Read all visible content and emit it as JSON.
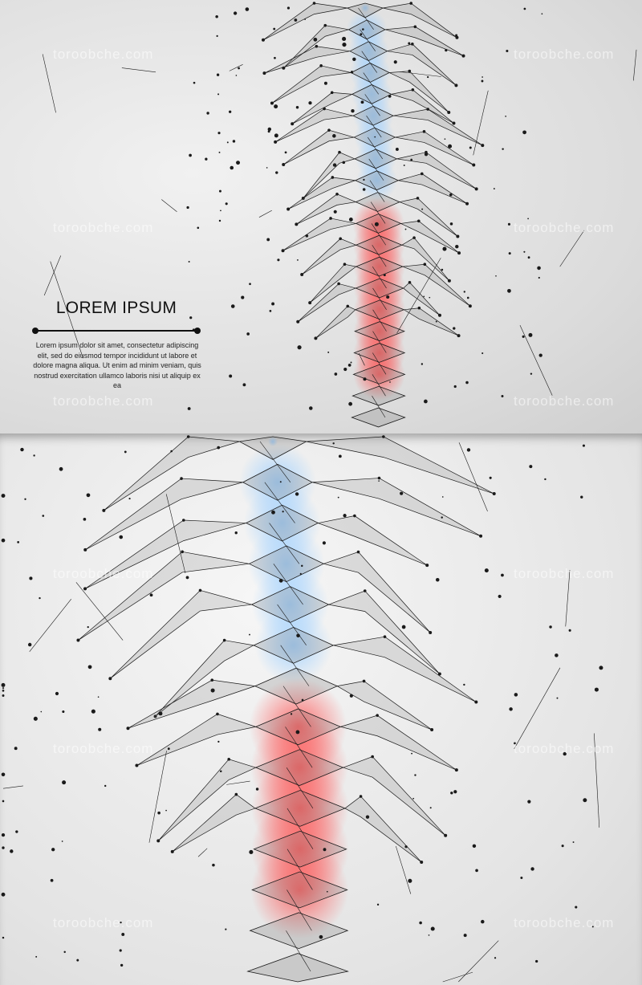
{
  "headline": "LOREM IPSUM",
  "body_text": "Lorem ipsum dolor sit amet, consectetur adipiscing elit, sed do eiusmod tempor incididunt ut labore et dolore magna aliqua. Ut enim ad minim veniam, quis nostrud exercitation ullamco laboris nisi ut aliquip ex ea",
  "watermark": "toroobche.com",
  "colors": {
    "line": "#1a1a1a",
    "glow_blue": "#9fd0ff",
    "glow_red": "#ff4a4a"
  }
}
